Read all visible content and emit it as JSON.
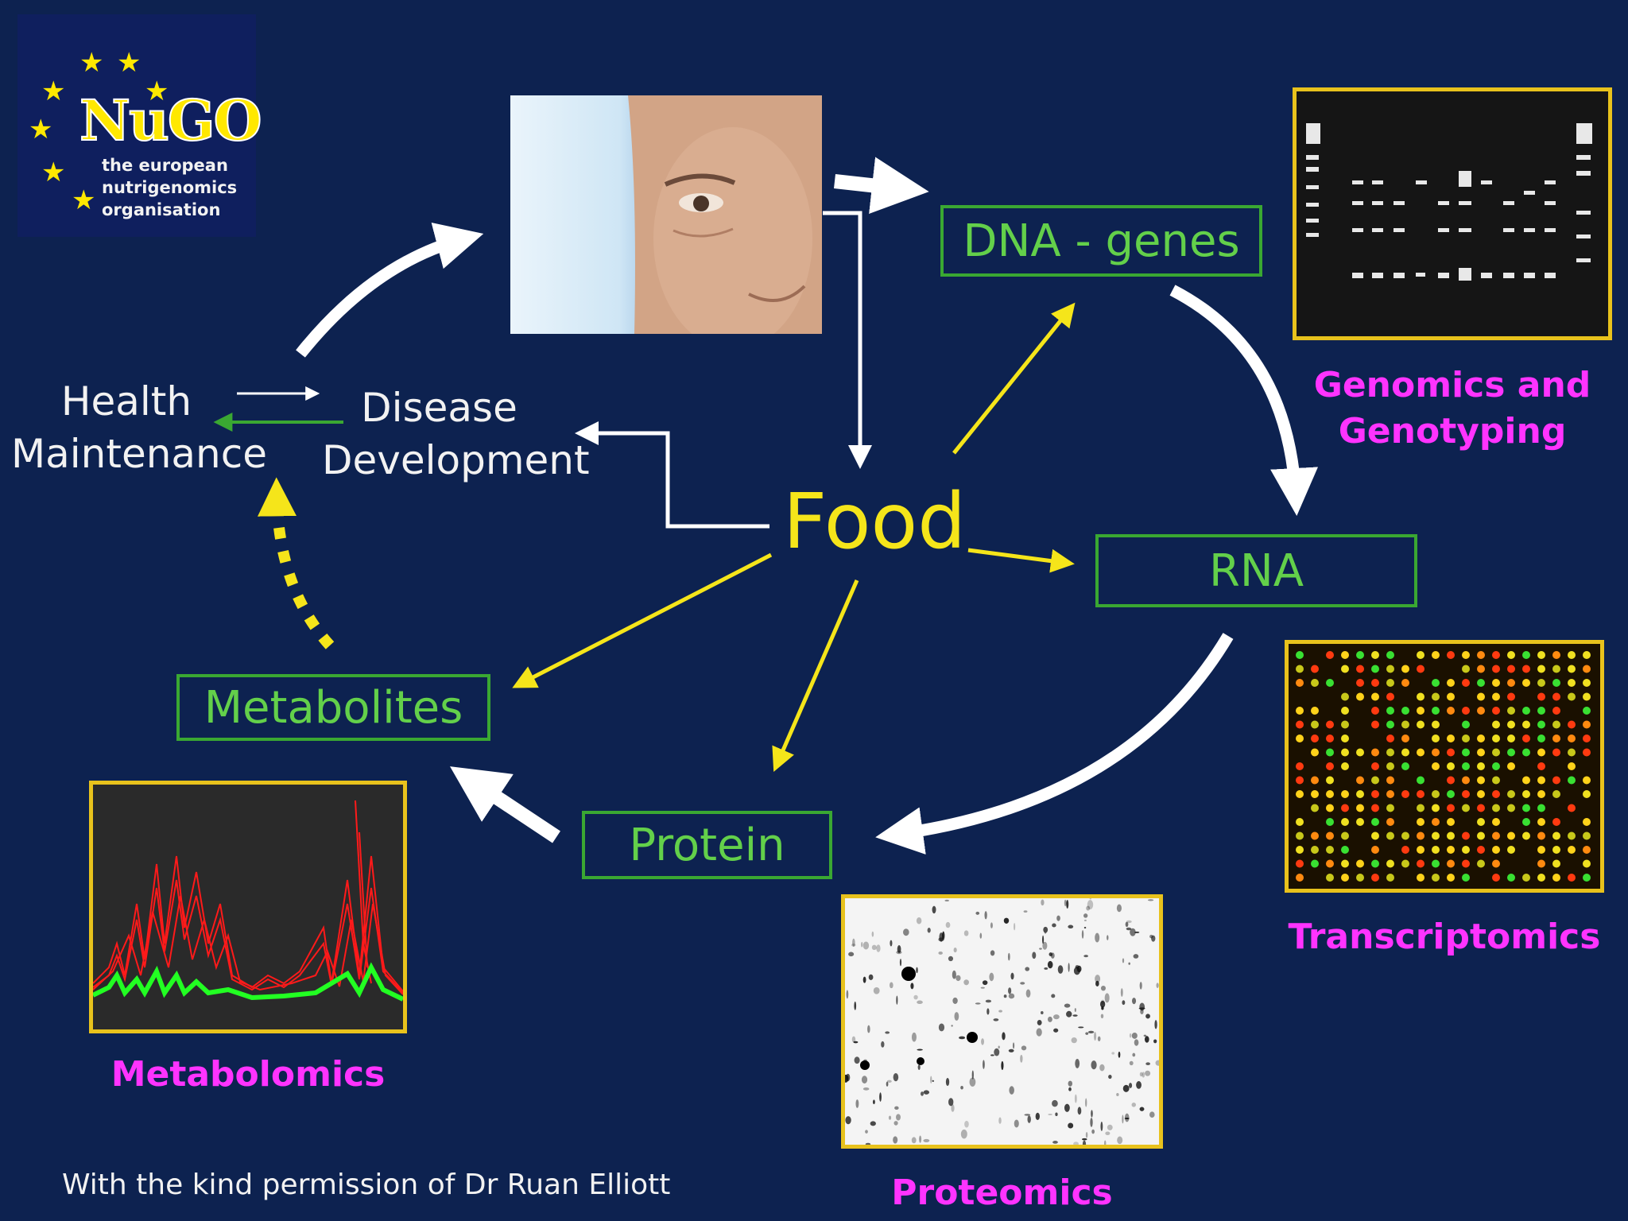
{
  "logo": {
    "name": "NuGO",
    "line1": "the european",
    "line2": "nutrigenomics",
    "line3": "organisation"
  },
  "nodes": {
    "dna": "DNA - genes",
    "rna": "RNA",
    "protein": "Protein",
    "metabolites": "Metabolites",
    "food": "Food"
  },
  "health": {
    "line1": "Health",
    "line2": "Maintenance"
  },
  "disease": {
    "line1": "Disease",
    "line2": "Development"
  },
  "techniques": {
    "genomics_line1": "Genomics and",
    "genomics_line2": "Genotyping",
    "transcriptomics": "Transcriptomics",
    "proteomics": "Proteomics",
    "metabolomics": "Metabolomics"
  },
  "credit": "With the kind permission of Dr Ruan Elliott",
  "colors": {
    "background": "#0d2250",
    "box_border": "#3aa832",
    "box_text": "#63d04a",
    "food": "#f5e51a",
    "technique_label": "#ff33ff",
    "frame": "#e8c21c"
  }
}
